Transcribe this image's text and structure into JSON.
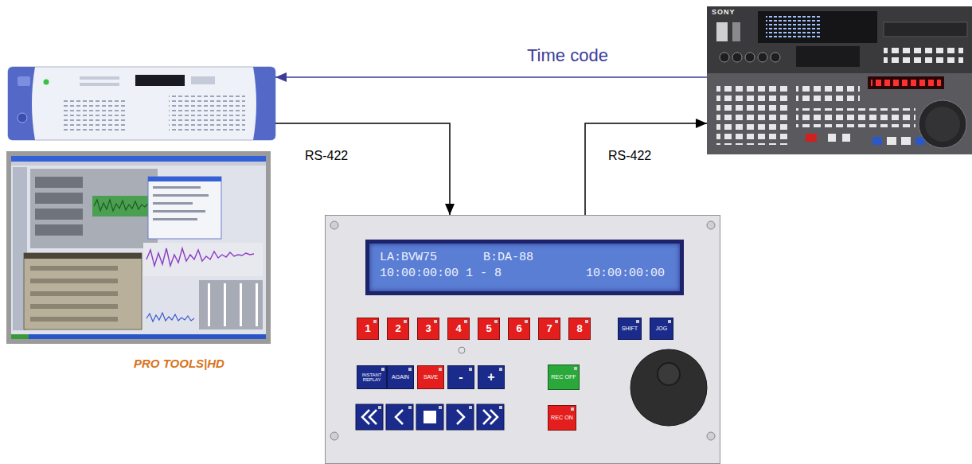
{
  "diagram": {
    "nodes": [
      {
        "text": [
          "PRO TOOLS|HD"
        ]
      },
      {
        "text": [
          "SONY"
        ]
      },
      {
        "text": []
      },
      {
        "text": [
          "LA:BVW75",
          "B:DA-88",
          "10:00:00:00",
          "1 - 8",
          "10:00:00:00"
        ],
        "in": 2
      },
      {
        "text": [
          "1"
        ],
        "in": 2
      },
      {
        "text": [
          "2"
        ],
        "in": 2
      },
      {
        "text": [
          "3"
        ],
        "in": 2
      },
      {
        "text": [
          "4"
        ],
        "in": 2
      },
      {
        "text": [
          "5"
        ],
        "in": 2
      },
      {
        "text": [
          "6"
        ],
        "in": 2
      },
      {
        "text": [
          "7"
        ],
        "in": 2
      },
      {
        "text": [
          "8"
        ],
        "in": 2
      },
      {
        "text": [
          "SHIFT"
        ],
        "in": 2
      },
      {
        "text": [
          "JOG"
        ],
        "in": 2
      },
      {
        "text": [
          "INSTANT REPLAY"
        ],
        "in": 2
      },
      {
        "text": [
          "AGAIN"
        ],
        "in": 2
      },
      {
        "text": [
          "SAVE"
        ],
        "in": 2
      },
      {
        "text": [
          "-"
        ],
        "in": 2
      },
      {
        "text": [
          "+"
        ],
        "in": 2
      },
      {
        "text": [
          "REC OFF"
        ],
        "in": 2
      },
      {
        "text": [
          "REC ON"
        ],
        "in": 2
      }
    ],
    "edges": [
      {
        "from": 1,
        "to": 0,
        "arrow": "to",
        "label": "Time code"
      },
      {
        "from": 0,
        "to": 2,
        "arrow": "to",
        "label": "RS-422"
      },
      {
        "from": 2,
        "to": 1,
        "arrow": "to",
        "label": "RS-422"
      }
    ]
  }
}
